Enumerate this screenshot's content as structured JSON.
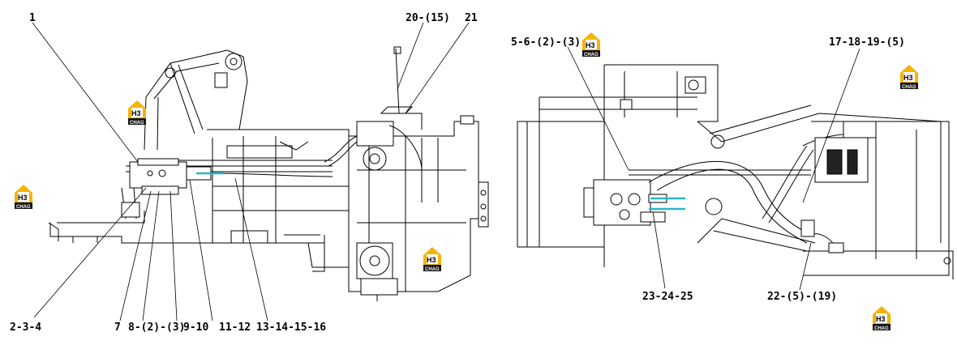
{
  "labels": {
    "l1": "1",
    "l2_3_4": "2-3-4",
    "l7": "7",
    "l8": "8-(2)-(3)",
    "l9_10": "9-10",
    "l11_12": "11-12",
    "l13_16": "13-14-15-16",
    "l20": "20-(15)",
    "l21": "21",
    "l5_6": "5-6-(2)-(3)",
    "l17_19": "17-18-19-(5)",
    "l23_25": "23-24-25",
    "l22": "22-(5)-(19)"
  },
  "logo": {
    "mark": "H3",
    "text": "CHAG"
  }
}
